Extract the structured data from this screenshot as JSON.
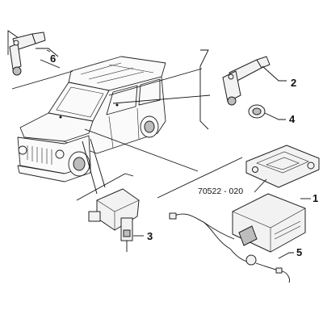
{
  "reference_code": "70522 - 020",
  "callouts": [
    {
      "id": "callout-1",
      "label": "1"
    },
    {
      "id": "callout-2",
      "label": "2"
    },
    {
      "id": "callout-3",
      "label": "3"
    },
    {
      "id": "callout-4",
      "label": "4"
    },
    {
      "id": "callout-5",
      "label": "5"
    },
    {
      "id": "callout-6",
      "label": "6"
    }
  ]
}
